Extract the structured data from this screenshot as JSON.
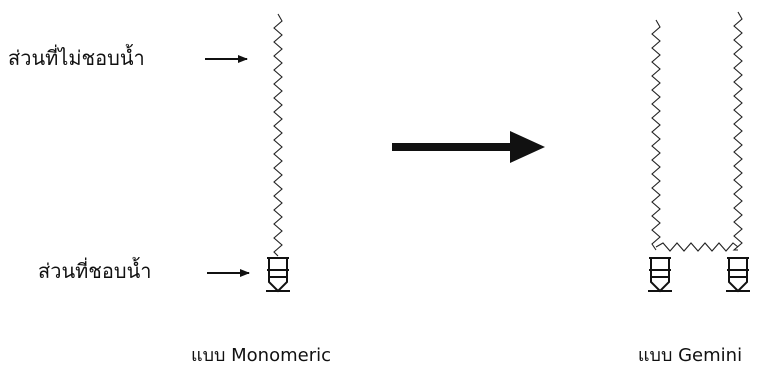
{
  "labels": {
    "hydrophobic_part": "ส่วนที่ไม่ชอบน้ำ",
    "hydrophilic_part": "ส่วนที่ชอบน้ำ",
    "monomeric_caption": "แบบ Monomeric",
    "gemini_caption": "แบบ Gemini"
  },
  "colors": {
    "ink": "#111111",
    "chain": "#222222",
    "background": "#ffffff"
  },
  "icons": {
    "pointer_arrow": "right-arrow-icon",
    "transform_arrow": "bold-right-arrow-icon",
    "head_group": "polar-head-icon"
  }
}
